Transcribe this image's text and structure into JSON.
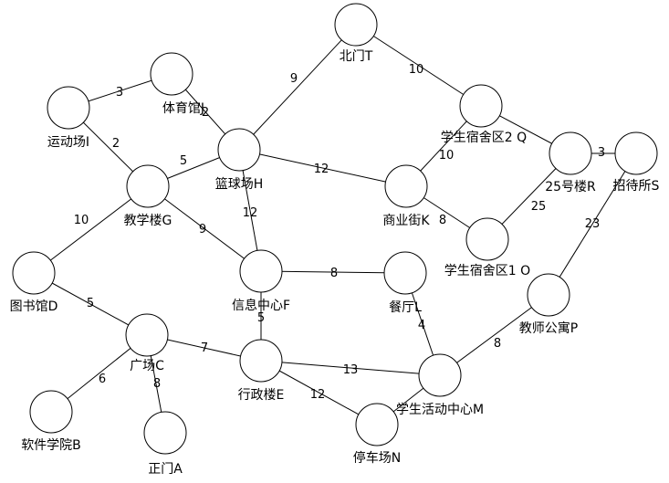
{
  "graph": {
    "nodes": [
      {
        "id": "T",
        "label": "北门T"
      },
      {
        "id": "J",
        "label": "体育馆J"
      },
      {
        "id": "I",
        "label": "运动场I"
      },
      {
        "id": "H",
        "label": "篮球场H"
      },
      {
        "id": "Q",
        "label": "学生宿舍区2 Q"
      },
      {
        "id": "R",
        "label": "25号楼R"
      },
      {
        "id": "S",
        "label": "招待所S"
      },
      {
        "id": "G",
        "label": "教学楼G"
      },
      {
        "id": "K",
        "label": "商业街K"
      },
      {
        "id": "O",
        "label": "学生宿舍区1 O"
      },
      {
        "id": "D",
        "label": "图书馆D"
      },
      {
        "id": "F",
        "label": "信息中心F"
      },
      {
        "id": "L",
        "label": "餐厅L"
      },
      {
        "id": "P",
        "label": "教师公寓P"
      },
      {
        "id": "C",
        "label": "广场C"
      },
      {
        "id": "E",
        "label": "行政楼E"
      },
      {
        "id": "M",
        "label": "学生活动中心M"
      },
      {
        "id": "B",
        "label": "软件学院B"
      },
      {
        "id": "A",
        "label": "正门A"
      },
      {
        "id": "N",
        "label": "停车场N"
      }
    ],
    "edges": [
      {
        "from": "I",
        "to": "J",
        "weight": "3"
      },
      {
        "from": "J",
        "to": "H",
        "weight": "2"
      },
      {
        "from": "I",
        "to": "G",
        "weight": "2"
      },
      {
        "from": "H",
        "to": "T",
        "weight": "9"
      },
      {
        "from": "T",
        "to": "Q",
        "weight": "10"
      },
      {
        "from": "Q",
        "to": "R",
        "weight": ""
      },
      {
        "from": "R",
        "to": "S",
        "weight": "3"
      },
      {
        "from": "Q",
        "to": "K",
        "weight": "10"
      },
      {
        "from": "H",
        "to": "G",
        "weight": "5"
      },
      {
        "from": "H",
        "to": "K",
        "weight": "12"
      },
      {
        "from": "H",
        "to": "F",
        "weight": "12"
      },
      {
        "from": "K",
        "to": "O",
        "weight": "8"
      },
      {
        "from": "O",
        "to": "R",
        "weight": "25"
      },
      {
        "from": "S",
        "to": "P",
        "weight": "23"
      },
      {
        "from": "G",
        "to": "D",
        "weight": "10"
      },
      {
        "from": "G",
        "to": "F",
        "weight": "9"
      },
      {
        "from": "F",
        "to": "L",
        "weight": "8"
      },
      {
        "from": "F",
        "to": "E",
        "weight": "5"
      },
      {
        "from": "D",
        "to": "C",
        "weight": "5"
      },
      {
        "from": "C",
        "to": "E",
        "weight": "7"
      },
      {
        "from": "C",
        "to": "B",
        "weight": "6"
      },
      {
        "from": "C",
        "to": "A",
        "weight": "8"
      },
      {
        "from": "E",
        "to": "M",
        "weight": "13"
      },
      {
        "from": "E",
        "to": "N",
        "weight": "12"
      },
      {
        "from": "L",
        "to": "M",
        "weight": "4"
      },
      {
        "from": "M",
        "to": "P",
        "weight": "8"
      },
      {
        "from": "M",
        "to": "N",
        "weight": ""
      }
    ]
  }
}
